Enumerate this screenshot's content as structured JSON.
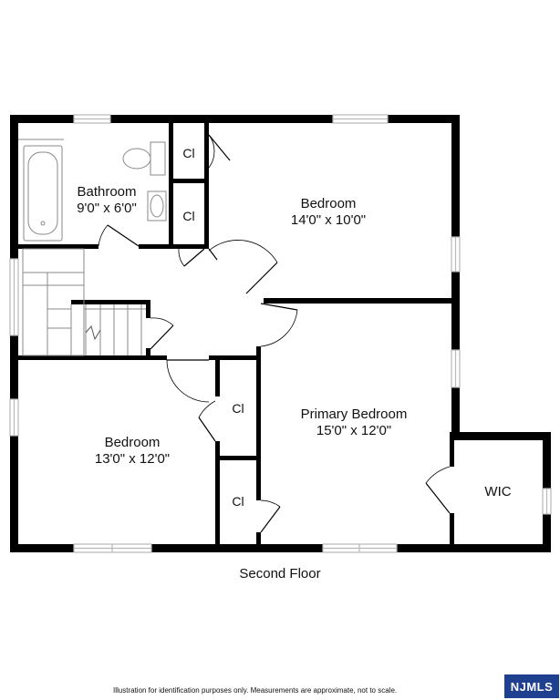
{
  "rooms": {
    "bathroom": {
      "name": "Bathroom",
      "dims": "9'0\" x 6'0\""
    },
    "bedroom_ne": {
      "name": "Bedroom",
      "dims": "14'0\" x 10'0\""
    },
    "primary_bedroom": {
      "name": "Primary Bedroom",
      "dims": "15'0\" x 12'0\""
    },
    "bedroom_sw": {
      "name": "Bedroom",
      "dims": "13'0\" x 12'0\""
    },
    "closet_1": {
      "name": "Cl"
    },
    "closet_2": {
      "name": "Cl"
    },
    "closet_3": {
      "name": "Cl"
    },
    "closet_4": {
      "name": "Cl"
    },
    "wic": {
      "name": "WIC"
    }
  },
  "floor_label": "Second Floor",
  "disclaimer": "Illustration for identification purposes only. Measurements are approximate, not to scale.",
  "brand": "NJMLS",
  "colors": {
    "wall": "#000000",
    "window": "#b8b8b8",
    "fixture": "#8a8a8a",
    "brand": "#1f3f8f"
  }
}
